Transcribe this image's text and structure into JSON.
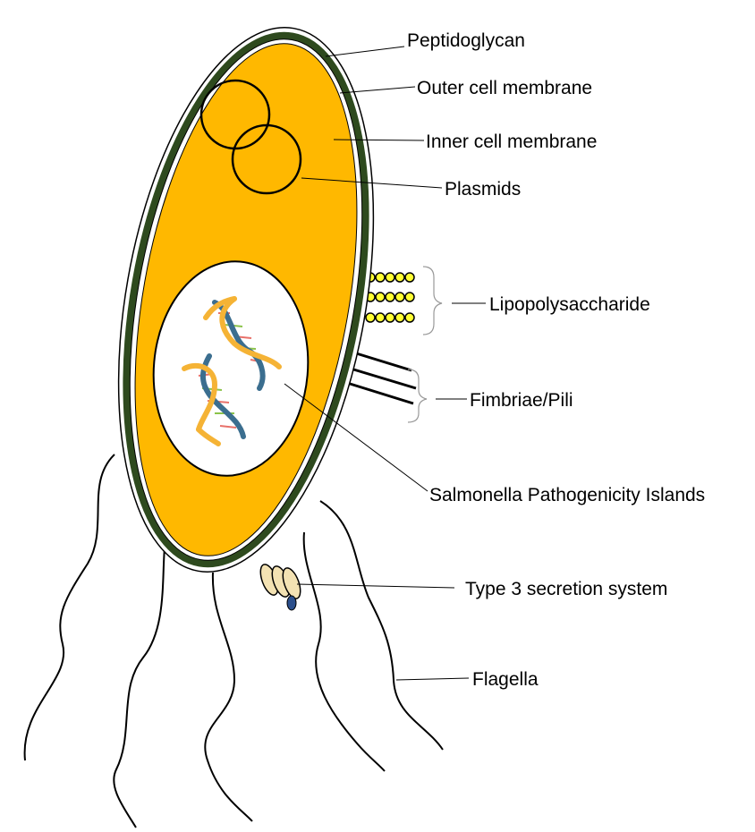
{
  "labels": {
    "peptidoglycan": "Peptidoglycan",
    "outer_membrane": "Outer cell membrane",
    "inner_membrane": "Inner cell membrane",
    "plasmids": "Plasmids",
    "lps": "Lipopolysaccharide",
    "fimbriae": "Fimbriae/Pili",
    "spi": "Salmonella Pathogenicity Islands",
    "t3ss": "Type 3 secretion system",
    "flagella": "Flagella"
  },
  "colors": {
    "cytoplasm": "#FFB800",
    "peptidoglycan": "#2E4A1E",
    "lps": "#FFFF33",
    "t3ss_body": "#F3E2B3",
    "t3ss_tip": "#2B4F8C",
    "dna_strand_a": "#F5B335",
    "dna_strand_b": "#3B6E8F",
    "dna_rung_a": "#E8716A",
    "dna_rung_b": "#8BC34A"
  }
}
